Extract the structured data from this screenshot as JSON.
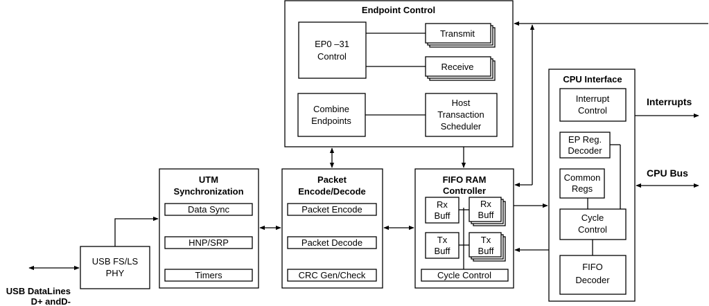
{
  "endpoint_control": {
    "title": "Endpoint Control",
    "ep_control": [
      "EP0 –31",
      "Control"
    ],
    "transmit": "Transmit",
    "receive": "Receive",
    "combine": [
      "Combine",
      "Endpoints"
    ],
    "host_scheduler": [
      "Host",
      "Transaction",
      "Scheduler"
    ]
  },
  "utm": {
    "title": [
      "UTM",
      "Synchronization"
    ],
    "data_sync": "Data Sync",
    "hnp_srp": "HNP/SRP",
    "timers": "Timers"
  },
  "packet": {
    "title": [
      "Packet",
      "Encode/Decode"
    ],
    "encode": "Packet Encode",
    "decode": "Packet Decode",
    "crc": "CRC Gen/Check"
  },
  "fifo_ram": {
    "title": [
      "FIFO RAM",
      "Controller"
    ],
    "rx_buff_1": [
      "Rx",
      "Buff"
    ],
    "rx_buff_2": [
      "Rx",
      "Buff"
    ],
    "tx_buff_1": [
      "Tx",
      "Buff"
    ],
    "tx_buff_2": [
      "Tx",
      "Buff"
    ],
    "cycle_control": "Cycle Control"
  },
  "cpu_interface": {
    "title": "CPU Interface",
    "interrupt_control": [
      "Interrupt",
      "Control"
    ],
    "ep_reg_decoder": [
      "EP Reg.",
      "Decoder"
    ],
    "common_regs": [
      "Common",
      "Regs"
    ],
    "cycle_control": [
      "Cycle",
      "Control"
    ],
    "fifo_decoder": [
      "FIFO",
      "Decoder"
    ]
  },
  "phy": [
    "USB FS/LS",
    "PHY"
  ],
  "external": {
    "interrupts": "Interrupts",
    "cpu_bus": "CPU Bus",
    "usb_datalines": [
      "USB DataLines",
      "D+ andD-"
    ]
  }
}
